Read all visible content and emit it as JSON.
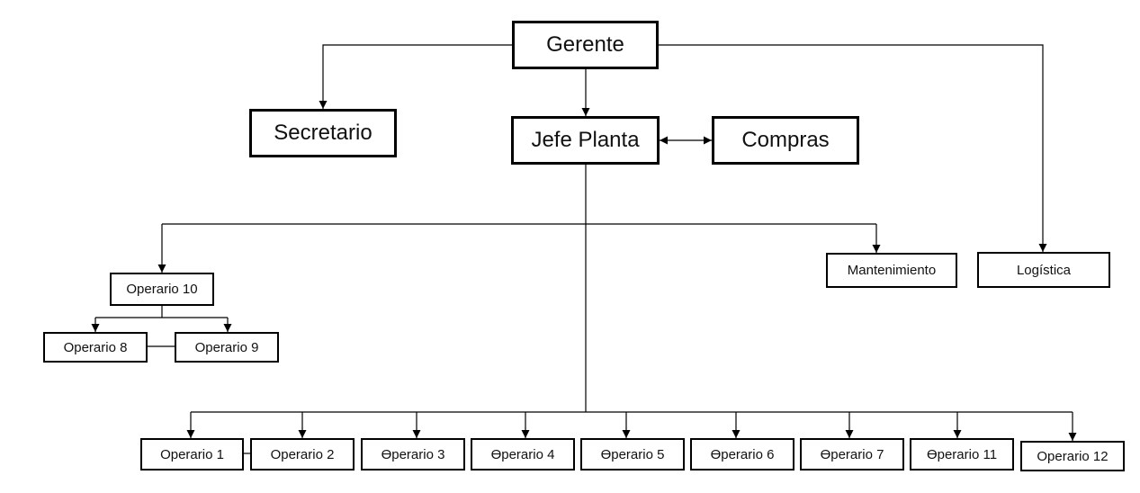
{
  "nodes": {
    "gerente": "Gerente",
    "secretario": "Secretario",
    "jefe_planta": "Jefe Planta",
    "compras": "Compras",
    "mantenimiento": "Mantenimiento",
    "logistica": "Logística",
    "operario_10": "Operario 10",
    "operario_8": "Operario 8",
    "operario_9": "Operario 9",
    "operario_1": "Operario 1",
    "operario_2": "Operario 2",
    "operario_3": "Ɵperario 3",
    "operario_4": "Ɵperario 4",
    "operario_5": "Ɵperario 5",
    "operario_6": "Ɵperario 6",
    "operario_7": "Ɵperario 7",
    "operario_11": "Ɵperario 11",
    "operario_12": "Operario 12"
  },
  "edges": [
    {
      "from": "Gerente",
      "to": "Secretario"
    },
    {
      "from": "Gerente",
      "to": "Jefe Planta"
    },
    {
      "from": "Gerente",
      "to": "Logística"
    },
    {
      "from": "Jefe Planta",
      "to": "Compras",
      "bidirectional": true
    },
    {
      "from": "Jefe Planta",
      "to": "Operario 10"
    },
    {
      "from": "Jefe Planta",
      "to": "Mantenimiento"
    },
    {
      "from": "Operario 10",
      "to": "Operario 8"
    },
    {
      "from": "Operario 10",
      "to": "Operario 9"
    },
    {
      "from": "Operario 8",
      "to": "Operario 9",
      "undirected": true
    },
    {
      "from": "Jefe Planta",
      "to": "Operario 1"
    },
    {
      "from": "Jefe Planta",
      "to": "Operario 2"
    },
    {
      "from": "Jefe Planta",
      "to": "Operario 3"
    },
    {
      "from": "Jefe Planta",
      "to": "Operario 4"
    },
    {
      "from": "Jefe Planta",
      "to": "Operario 5"
    },
    {
      "from": "Jefe Planta",
      "to": "Operario 6"
    },
    {
      "from": "Jefe Planta",
      "to": "Operario 7"
    },
    {
      "from": "Jefe Planta",
      "to": "Operario 11"
    },
    {
      "from": "Jefe Planta",
      "to": "Operario 12"
    },
    {
      "from": "Operario 1",
      "to": "Operario 2",
      "undirected": true
    }
  ],
  "colors": {
    "line": "#000000",
    "box_border": "#000000",
    "background": "#ffffff"
  }
}
